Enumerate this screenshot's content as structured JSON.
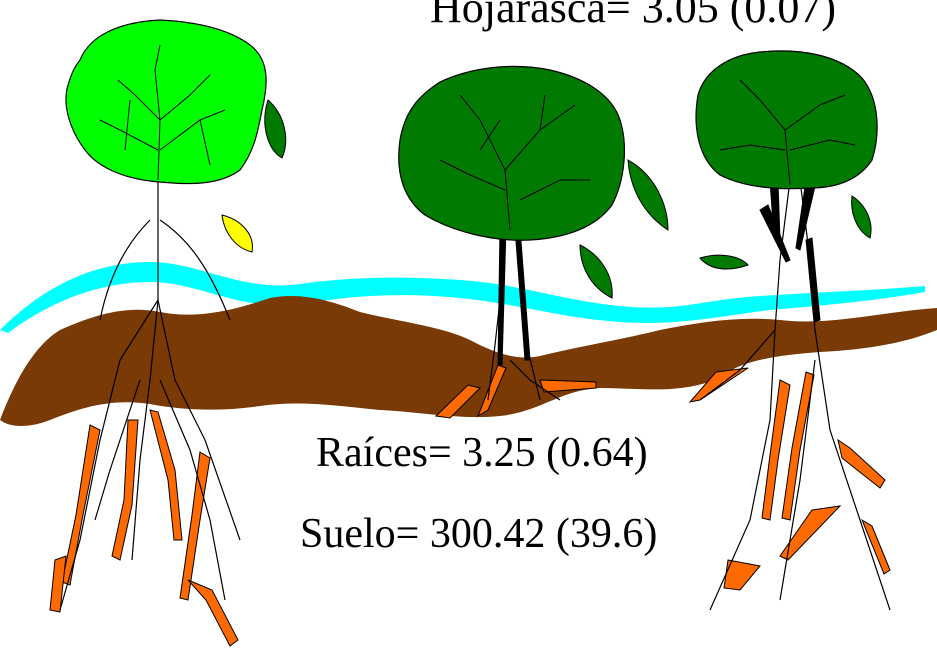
{
  "labels": {
    "hojarasca": "Hojarasca= 3.05 (0.07)",
    "raices": "Raíces= 3.25 (0.64)",
    "suelo": "Suelo= 300.42 (39.6)"
  },
  "colors": {
    "canopy_light": "#00ff00",
    "canopy_dark": "#007a00",
    "leaf_yellow": "#ffff00",
    "water": "#00ffff",
    "soil": "#7a3a06",
    "root": "#ff6a00"
  }
}
